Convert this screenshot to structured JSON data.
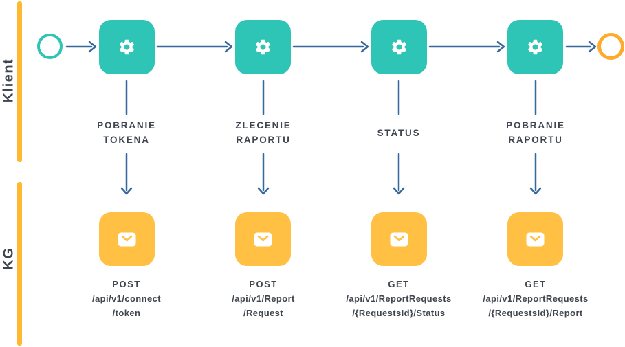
{
  "diagram": {
    "lanes": [
      {
        "label": "Klient"
      },
      {
        "label": "KG"
      }
    ],
    "columns": [
      {
        "step_lines": [
          "POBRANIE",
          "TOKENA"
        ],
        "api_method": "POST",
        "api_path_lines": [
          "/api/v1/connect",
          "/token"
        ]
      },
      {
        "step_lines": [
          "ZLECENIE",
          "RAPORTU"
        ],
        "api_method": "POST",
        "api_path_lines": [
          "/api/v1/Report",
          "/Request"
        ]
      },
      {
        "step_lines": [
          "STATUS"
        ],
        "api_method": "GET",
        "api_path_lines": [
          "/api/v1/ReportRequests",
          "/{RequestsId}/Status"
        ]
      },
      {
        "step_lines": [
          "POBRANIE",
          "RAPORTU"
        ],
        "api_method": "GET",
        "api_path_lines": [
          "/api/v1/ReportRequests",
          "/{RequestsId}/Report"
        ]
      }
    ],
    "icons": {
      "client_node": "gear-icon",
      "kg_node": "envelope-icon",
      "start_node": "start-circle",
      "end_node": "end-circle"
    },
    "colors": {
      "teal": "#2EC4B6",
      "orange_box": "#FFC043",
      "orange_circle": "#FFAA2B",
      "lane_bar": "#FFB82F",
      "arrow": "#36689B",
      "text": "#3E4550"
    }
  }
}
